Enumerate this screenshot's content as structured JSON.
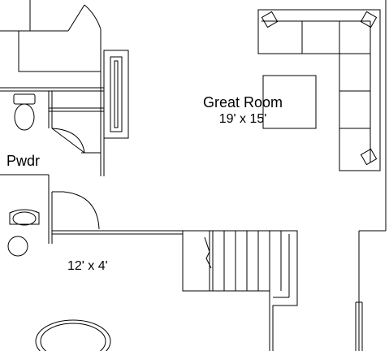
{
  "plan": {
    "rooms": [
      {
        "name": "Great Room",
        "dimensions": "19' x 15'"
      },
      {
        "name": "Pwdr",
        "dimensions": ""
      },
      {
        "name": "",
        "dimensions": "12' x 4'"
      }
    ]
  },
  "colors": {
    "line": "#000000",
    "background": "#ffffff"
  }
}
